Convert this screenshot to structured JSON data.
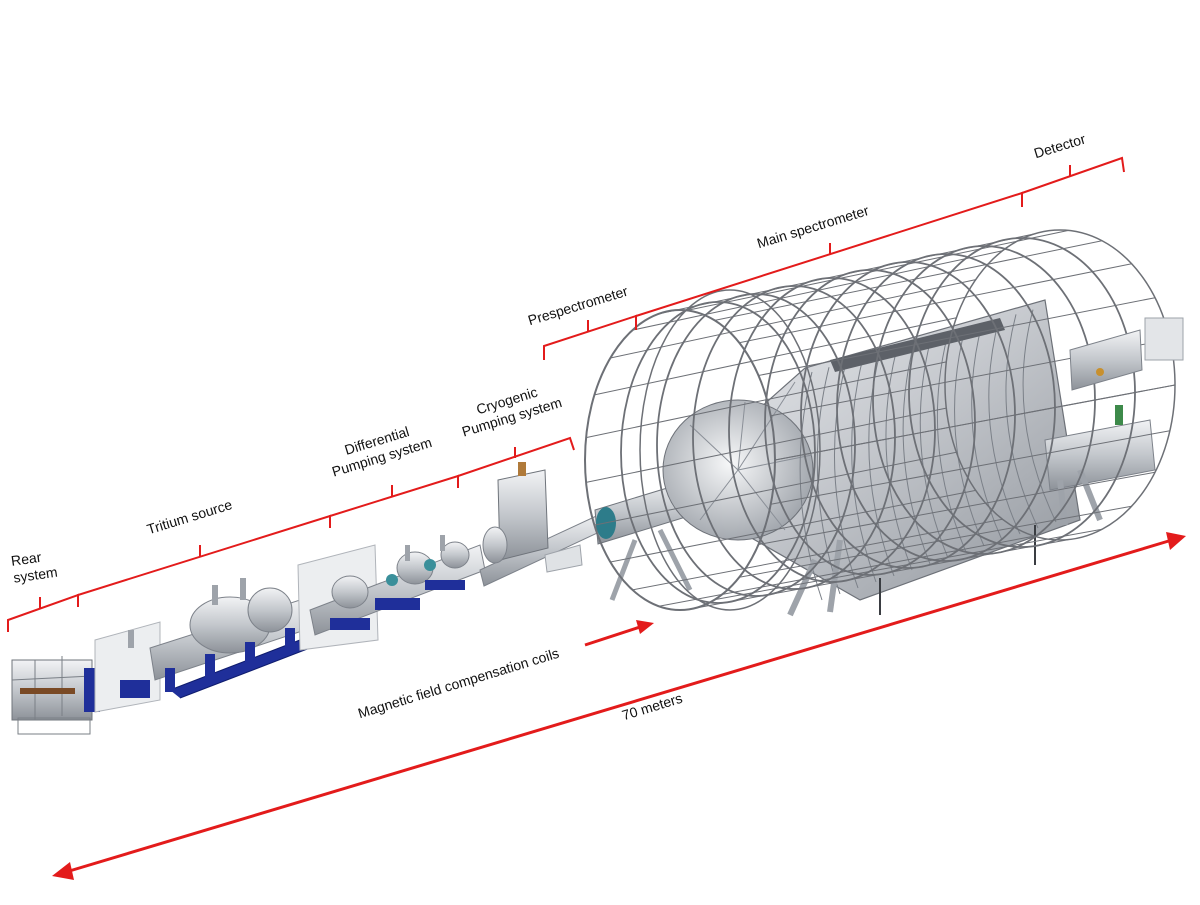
{
  "colors": {
    "accent": "#e31b1b",
    "blue_frame": "#1f2f9a",
    "metal": "#c9ccd1",
    "metal_dark": "#8a8f97",
    "cage": "#6d7076"
  },
  "sections": [
    {
      "label": "Rear\nsystem"
    },
    {
      "label": "Tritium source"
    },
    {
      "label": "Differential\nPumping system"
    },
    {
      "label": "Cryogenic\nPumping system"
    },
    {
      "label": "Prespectrometer"
    },
    {
      "label": "Main spectrometer"
    },
    {
      "label": "Detector"
    }
  ],
  "annotations": {
    "coils": "Magnetic field compensation coils",
    "length": "70 meters"
  }
}
